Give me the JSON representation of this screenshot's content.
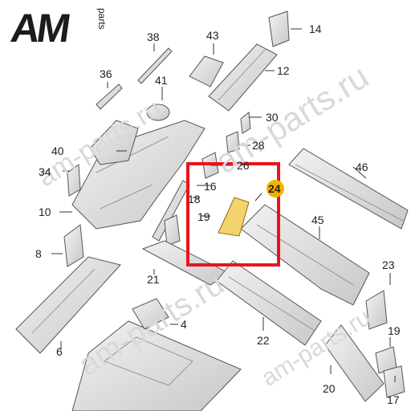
{
  "logo": {
    "main": "AM",
    "sub": "parts"
  },
  "watermarks": [
    "am-parts.ru",
    "am-parts.ru",
    "am-parts.ru",
    "am-parts.ru"
  ],
  "callouts": [
    "14",
    "38",
    "43",
    "12",
    "36",
    "41",
    "30",
    "28",
    "40",
    "34",
    "26",
    "46",
    "10",
    "16",
    "24",
    "18",
    "19",
    "45",
    "8",
    "21",
    "23",
    "4",
    "19",
    "6",
    "22",
    "20",
    "17"
  ],
  "highlight_color": "#e8141c",
  "badge_color": "#f0b400",
  "highlight_badge": "24"
}
